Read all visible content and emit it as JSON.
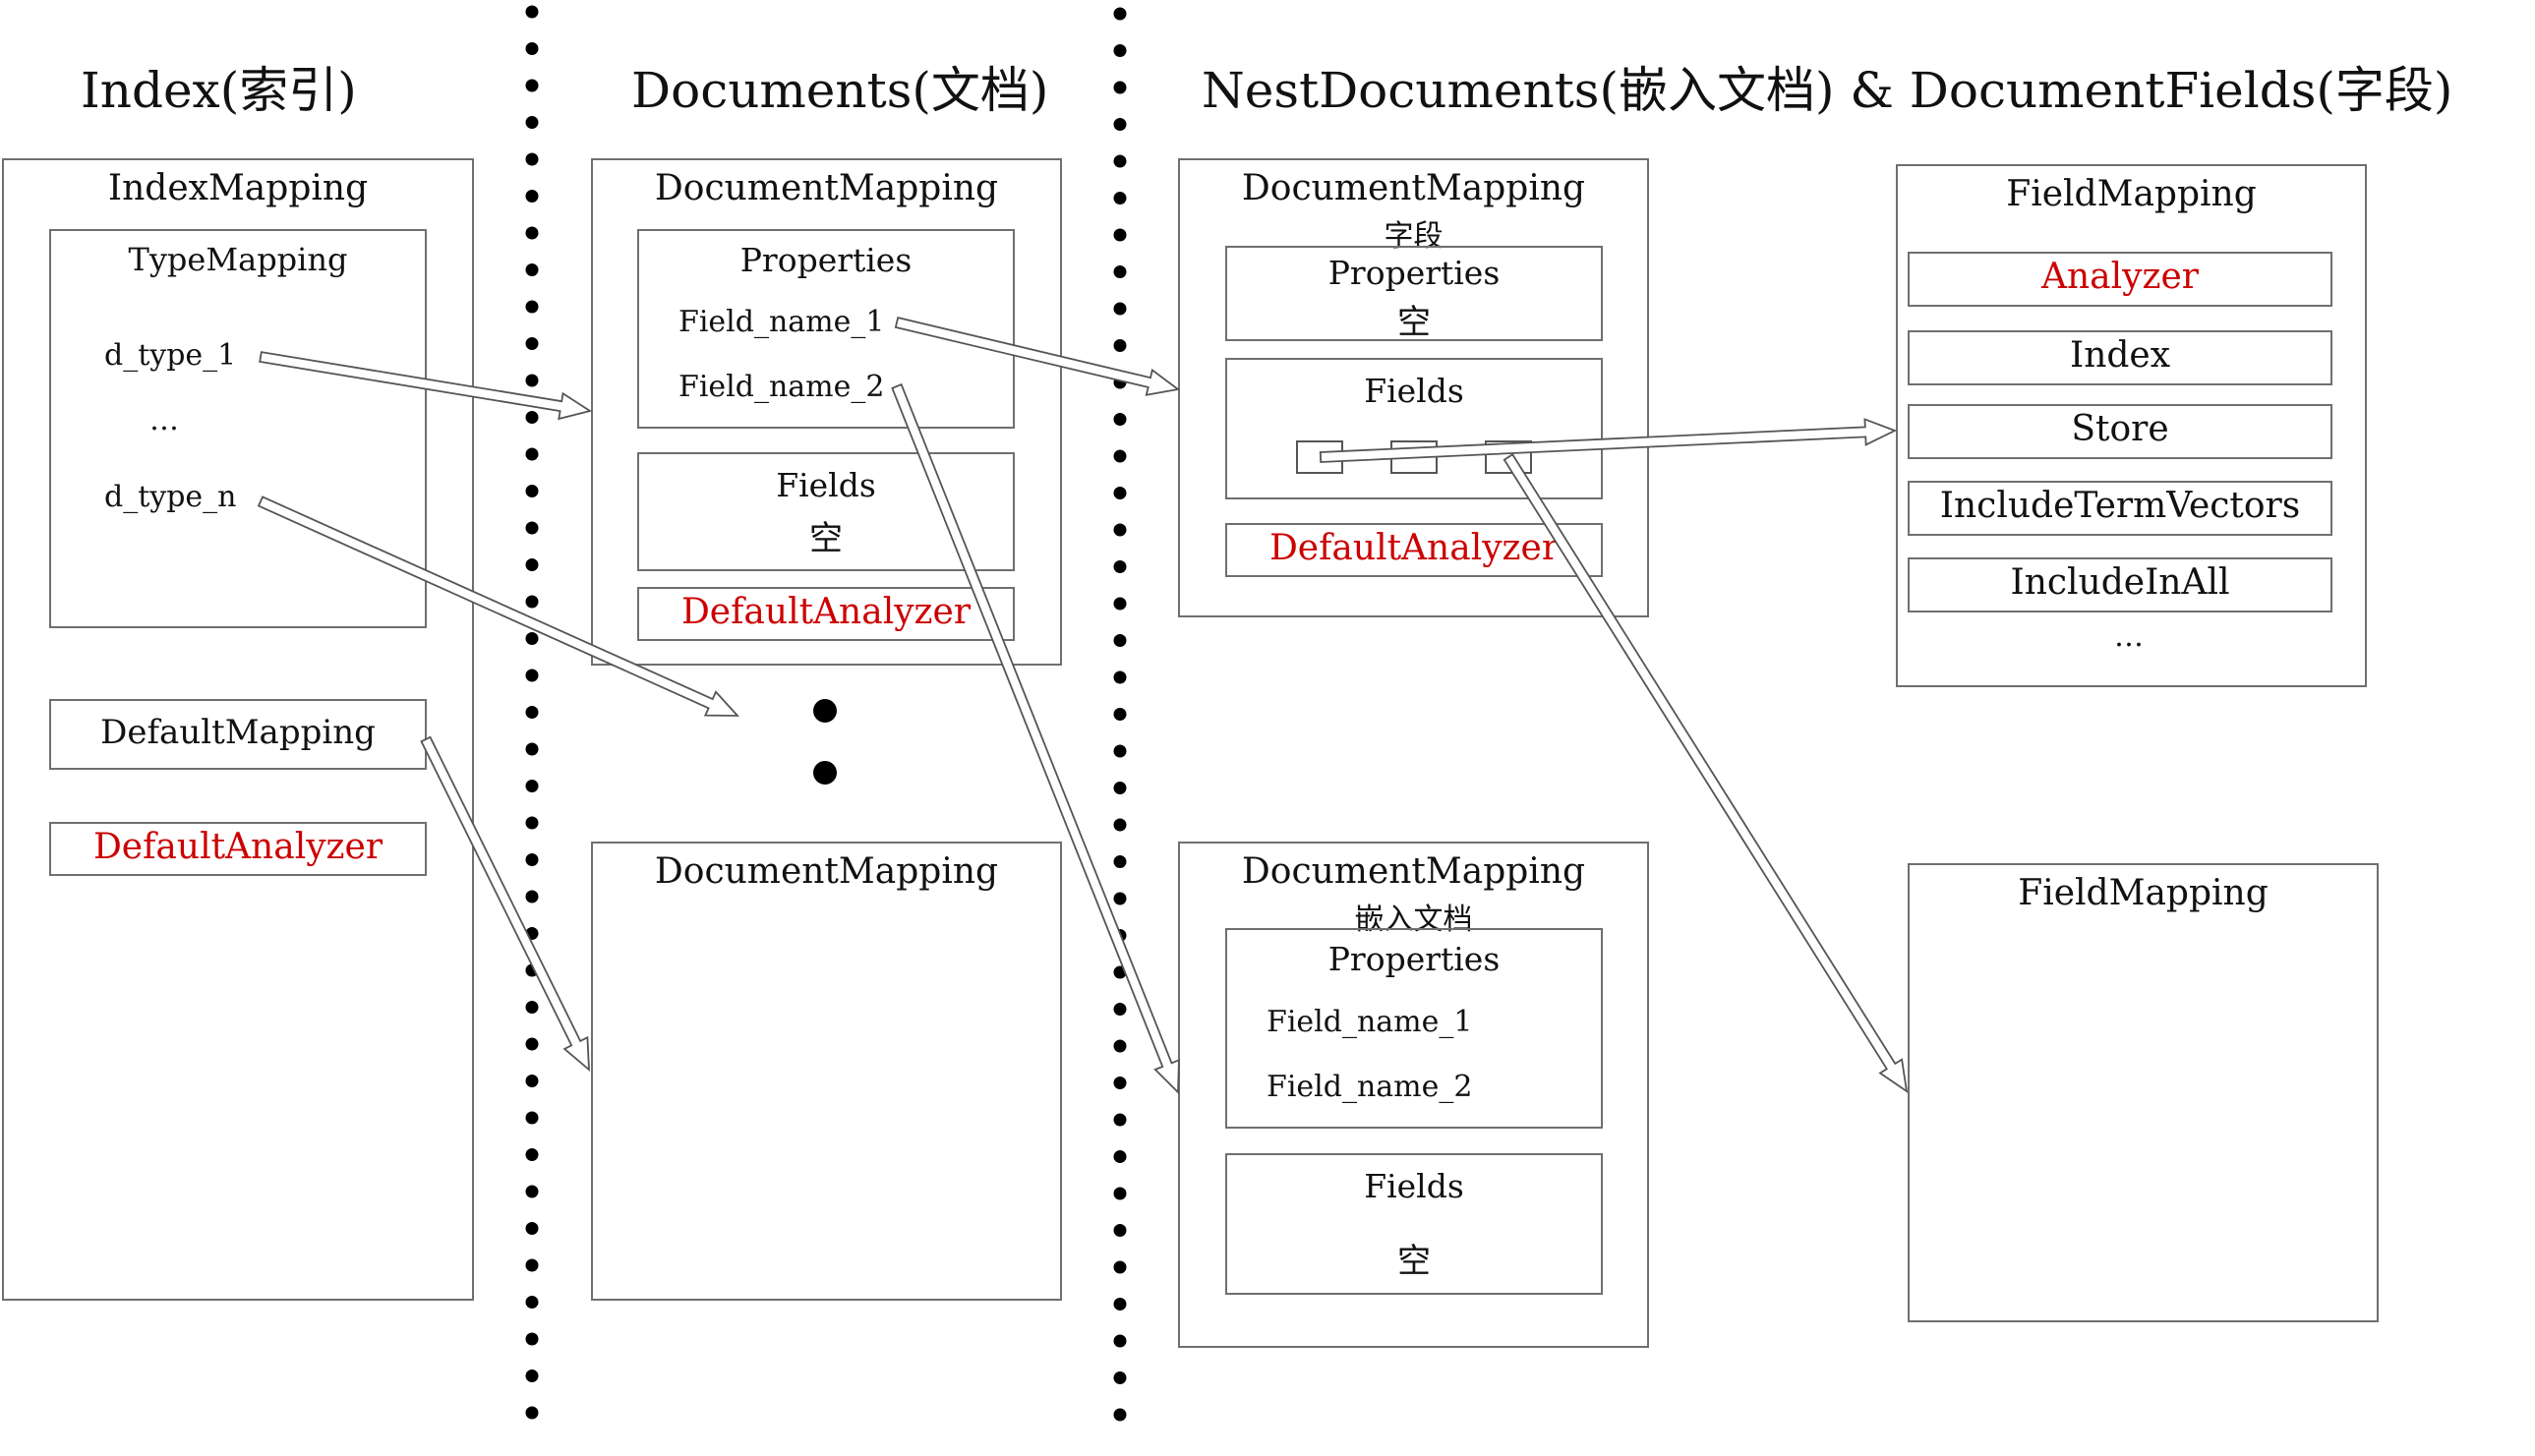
{
  "headers": {
    "index": "Index(索引)",
    "documents": "Documents(文档)",
    "nest_fields": "NestDocuments(嵌入文档) & DocumentFields(字段)"
  },
  "index_mapping": {
    "title": "IndexMapping",
    "type_mapping": {
      "title": "TypeMapping",
      "items": [
        "d_type_1",
        "…",
        "d_type_n"
      ]
    },
    "default_mapping": "DefaultMapping",
    "default_analyzer": "DefaultAnalyzer"
  },
  "doc_mapping_1": {
    "title": "DocumentMapping",
    "properties": {
      "title": "Properties",
      "fields": [
        "Field_name_1",
        "Field_name_2"
      ]
    },
    "fields": {
      "title": "Fields",
      "value": "空"
    },
    "default_analyzer": "DefaultAnalyzer"
  },
  "doc_mapping_2": {
    "title": "DocumentMapping"
  },
  "nested_doc_field": {
    "title": "DocumentMapping",
    "subtitle": "字段",
    "properties": {
      "title": "Properties",
      "value": "空"
    },
    "fields": {
      "title": "Fields"
    },
    "default_analyzer": "DefaultAnalyzer"
  },
  "nested_doc_embedded": {
    "title": "DocumentMapping",
    "subtitle": "嵌入文档",
    "properties": {
      "title": "Properties",
      "fields": [
        "Field_name_1",
        "Field_name_2"
      ]
    },
    "fields": {
      "title": "Fields",
      "value": "空"
    }
  },
  "field_mapping_1": {
    "title": "FieldMapping",
    "analyzer": "Analyzer",
    "items": [
      "Index",
      "Store",
      "IncludeTermVectors",
      "IncludeInAll"
    ],
    "more": "…"
  },
  "field_mapping_2": {
    "title": "FieldMapping"
  },
  "colors": {
    "accent_red": "#cc0000",
    "box_border": "#6f6f6f",
    "arrow": "#555555"
  }
}
